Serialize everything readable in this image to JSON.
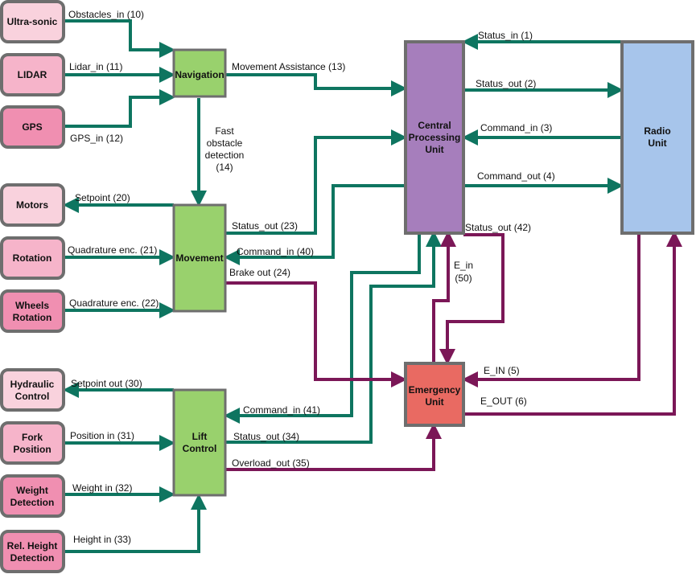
{
  "colors": {
    "green_line": "#0e7560",
    "purple_line": "#7b1757",
    "sensor_light": "#f9d2dd",
    "sensor_mid": "#f6b4ca",
    "sensor_dark": "#f08fb1",
    "module_green": "#99d16d",
    "cpu_purple": "#a67ebc",
    "radio_blue": "#a7c5eb",
    "emergency_red": "#e96a62",
    "box_border": "#6e6e6e"
  },
  "nodes": {
    "ultrasonic": "Ultra-sonic",
    "lidar": "LIDAR",
    "gps": "GPS",
    "motors": "Motors",
    "rotation": "Rotation",
    "wheels_rotation": [
      "Wheels",
      "Rotation"
    ],
    "hydraulic_control": [
      "Hydraulic",
      "Control"
    ],
    "fork_position": [
      "Fork",
      "Position"
    ],
    "weight_detection": [
      "Weight",
      "Detection"
    ],
    "rel_height_detection": [
      "Rel. Height",
      "Detection"
    ],
    "navigation": "Navigation",
    "movement": "Movement",
    "lift_control": [
      "Lift",
      "Control"
    ],
    "cpu": [
      "Central",
      "Processing",
      "Unit"
    ],
    "radio": [
      "Radio",
      "Unit"
    ],
    "emergency": [
      "Emergency",
      "Unit"
    ]
  },
  "edges": {
    "obstacles_in": "Obstacles_in (10)",
    "lidar_in": "Lidar_in (11)",
    "gps_in": "GPS_in (12)",
    "movement_assistance": "Movement Assistance (13)",
    "fast_obstacle": [
      "Fast",
      "obstacle",
      "detection",
      "(14)"
    ],
    "setpoint_20": "Setpoint (20)",
    "quadrature_21": "Quadrature enc. (21)",
    "quadrature_22": "Quadrature enc. (22)",
    "status_out_23": "Status_out (23)",
    "command_in_40": "Command_in (40)",
    "brake_out_24": "Brake out (24)",
    "setpoint_out_30": "Setpoint out (30)",
    "position_in_31": "Position in (31)",
    "weight_in_32": "Weight in (32)",
    "height_in_33": "Height in (33)",
    "command_in_41": "Command_in (41)",
    "status_out_34": "Status_out (34)",
    "overload_out_35": "Overload_out (35)",
    "status_in_1": "Status_in (1)",
    "status_out_2": "Status_out (2)",
    "command_in_3": "Command_in (3)",
    "command_out_4": "Command_out (4)",
    "status_out_42": "Status_out (42)",
    "e_in_50": [
      "E_in",
      "(50)"
    ],
    "e_in_5": "E_IN (5)",
    "e_out_6": "E_OUT (6)"
  }
}
